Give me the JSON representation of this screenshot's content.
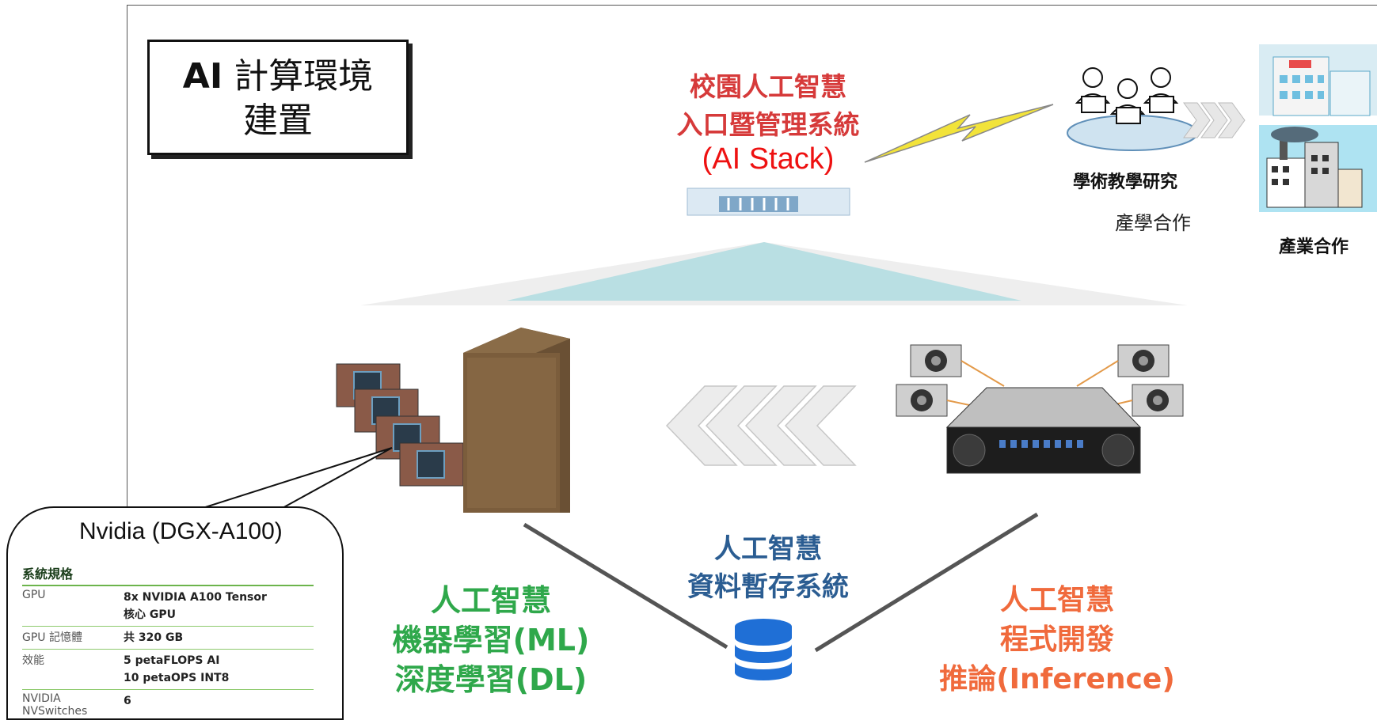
{
  "title": {
    "bold": "AI",
    "line1_rest": " 計算環境",
    "line2": "建置"
  },
  "portal": {
    "line1": "校園人工智慧",
    "line2": "入口暨管理系統",
    "stack": "(AI Stack)"
  },
  "academic_label": "學術教學研究",
  "industry_academic_label": "產學合作",
  "industry_label": "產業合作",
  "ml": {
    "line1": "人工智慧",
    "line2": "機器學習(ML)",
    "line3": "深度學習(DL)"
  },
  "storage": {
    "line1": "人工智慧",
    "line2": "資料暫存系統"
  },
  "inference": {
    "line1": "人工智慧",
    "line2": "程式開發",
    "line3": "推論(Inference)"
  },
  "callout": {
    "title": "Nvidia (DGX-A100)",
    "spec_header": "系統規格",
    "rows": [
      {
        "key": "GPU",
        "val1": "8x NVIDIA A100 Tensor",
        "val2": "核心 GPU"
      },
      {
        "key": "GPU 記憶體",
        "val1": "共 320 GB",
        "val2": ""
      },
      {
        "key": "效能",
        "val1": "5 petaFLOPS AI",
        "val2": "10 petaOPS INT8"
      },
      {
        "key": "NVIDIA NVSwitches",
        "val1": "6",
        "val2": ""
      }
    ]
  },
  "colors": {
    "red": "#d63a3a",
    "stack_red": "#ee1111",
    "green": "#2fa84b",
    "blue": "#2b5d92",
    "orange": "#f06a3c",
    "teal": "#b9dfe3"
  },
  "icons": [
    "server-appliance-icon",
    "lightning-icon",
    "users-cloud-icon",
    "hospital-icon",
    "factory-icon",
    "gpu-card-icon",
    "workstation-icon",
    "rack-server-icon",
    "database-icon",
    "chevron-arrows-icon"
  ]
}
